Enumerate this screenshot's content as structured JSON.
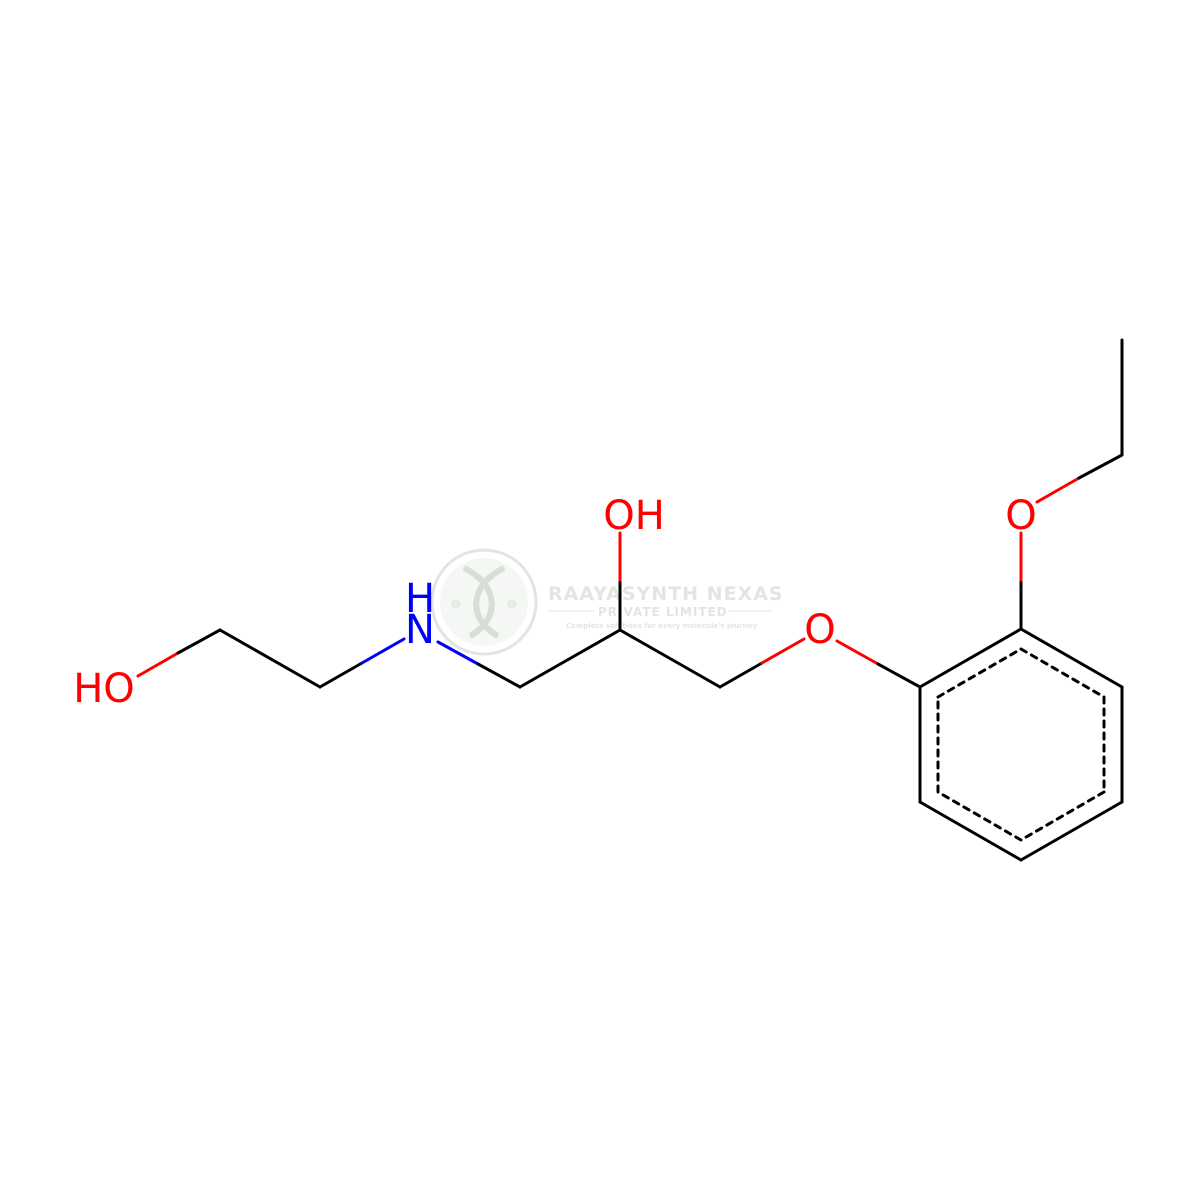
{
  "molecule": {
    "atoms": {
      "oh_left": "HO",
      "nh_h": "H",
      "nh_n": "N",
      "oh_top": "OH",
      "ether_o": "O",
      "ethoxy_o": "O"
    },
    "colors": {
      "bond": "#000000",
      "oxygen": "#ff0000",
      "nitrogen": "#0000ff"
    }
  },
  "watermark": {
    "title": "RAAYASYNTH NEXAS",
    "subtitle": "PRIVATE LIMITED",
    "tagline": "Complete solutions for every molecule's journey",
    "color": "#c8d2c8"
  }
}
